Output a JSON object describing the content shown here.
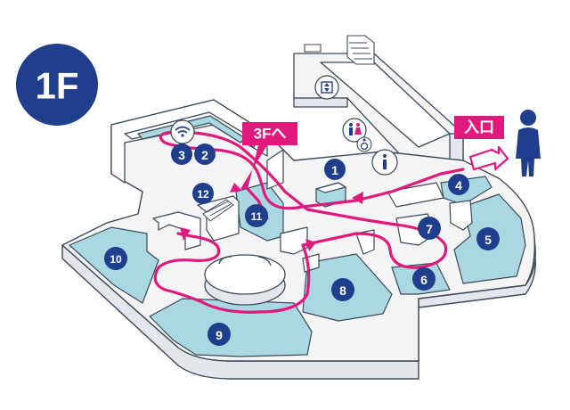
{
  "floor": {
    "label": "1F",
    "color": "#1f3f8c"
  },
  "entrance_label": "入口",
  "stairs_label": "3Fへ",
  "colors": {
    "route": "#e0197d",
    "marker": "#1f3f8c",
    "room_fill": "#a9d7e2",
    "floor_fill": "#f4f4f4",
    "wall_fill": "#ffffff",
    "outline": "#3b4a5a"
  },
  "markers": [
    {
      "n": "1"
    },
    {
      "n": "2"
    },
    {
      "n": "3"
    },
    {
      "n": "4"
    },
    {
      "n": "5"
    },
    {
      "n": "6"
    },
    {
      "n": "7"
    },
    {
      "n": "8"
    },
    {
      "n": "9"
    },
    {
      "n": "10"
    },
    {
      "n": "11"
    },
    {
      "n": "12"
    }
  ],
  "icons": [
    "wifi-icon",
    "elevator-icon",
    "restroom-icon",
    "wheelchair-icon",
    "information-icon",
    "person-icon",
    "stairs-icon"
  ]
}
